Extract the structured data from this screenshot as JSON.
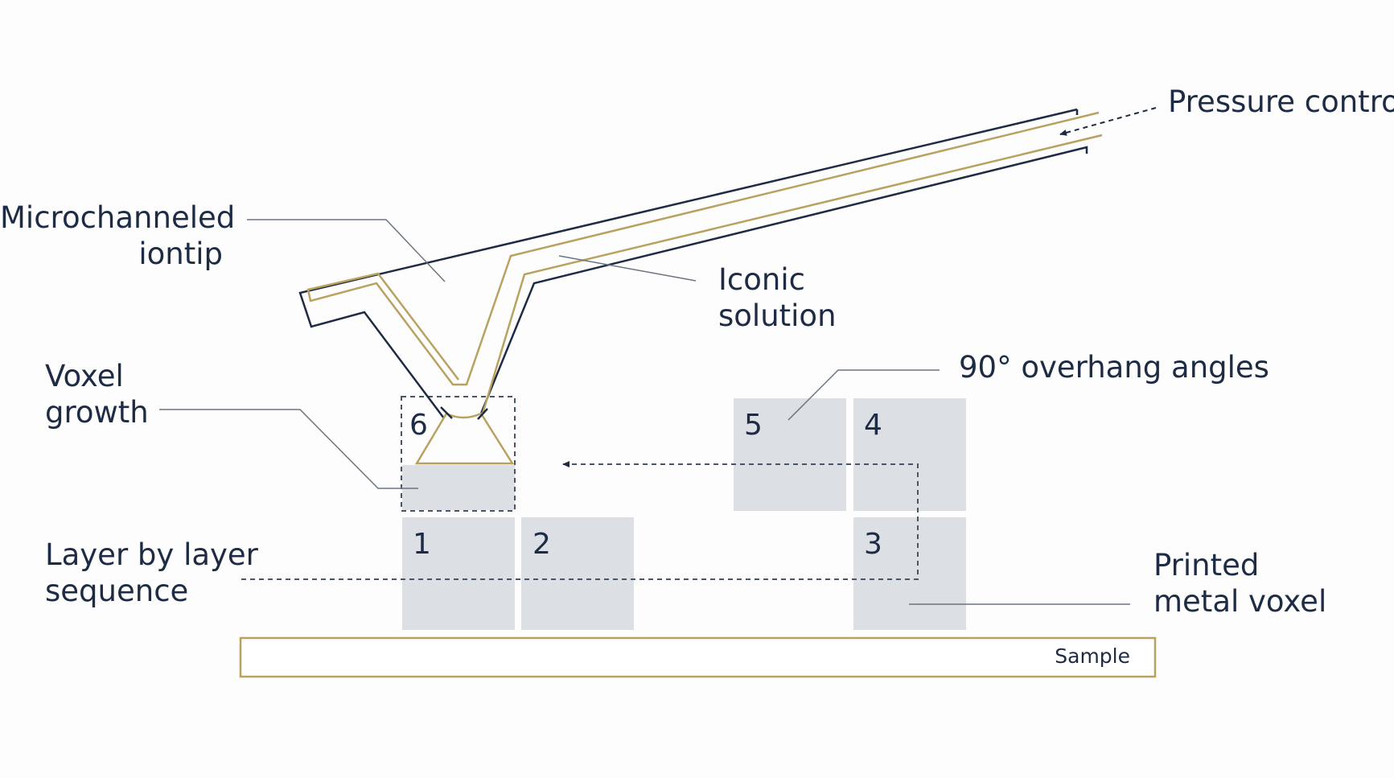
{
  "labels": {
    "microchanneled_line1": "Microchanneled",
    "microchanneled_line2": "iontip",
    "pressure_control": "Pressure control",
    "iconic_line1": "Iconic",
    "iconic_line2": "solution",
    "voxel_growth_line1": "Voxel",
    "voxel_growth_line2": "growth",
    "overhang": "90° overhang angles",
    "layer_line1": "Layer by layer",
    "layer_line2": "sequence",
    "printed_line1": "Printed",
    "printed_line2": "metal voxel",
    "sample": "Sample"
  },
  "voxels": [
    {
      "number": "1"
    },
    {
      "number": "2"
    },
    {
      "number": "3"
    },
    {
      "number": "4"
    },
    {
      "number": "5"
    },
    {
      "number": "6"
    }
  ],
  "colors": {
    "ink": "#1d2b45",
    "gold": "#b9a25f",
    "voxel": "#dcdfe3",
    "leader": "#6c7480",
    "background": "#fdfdfd"
  }
}
